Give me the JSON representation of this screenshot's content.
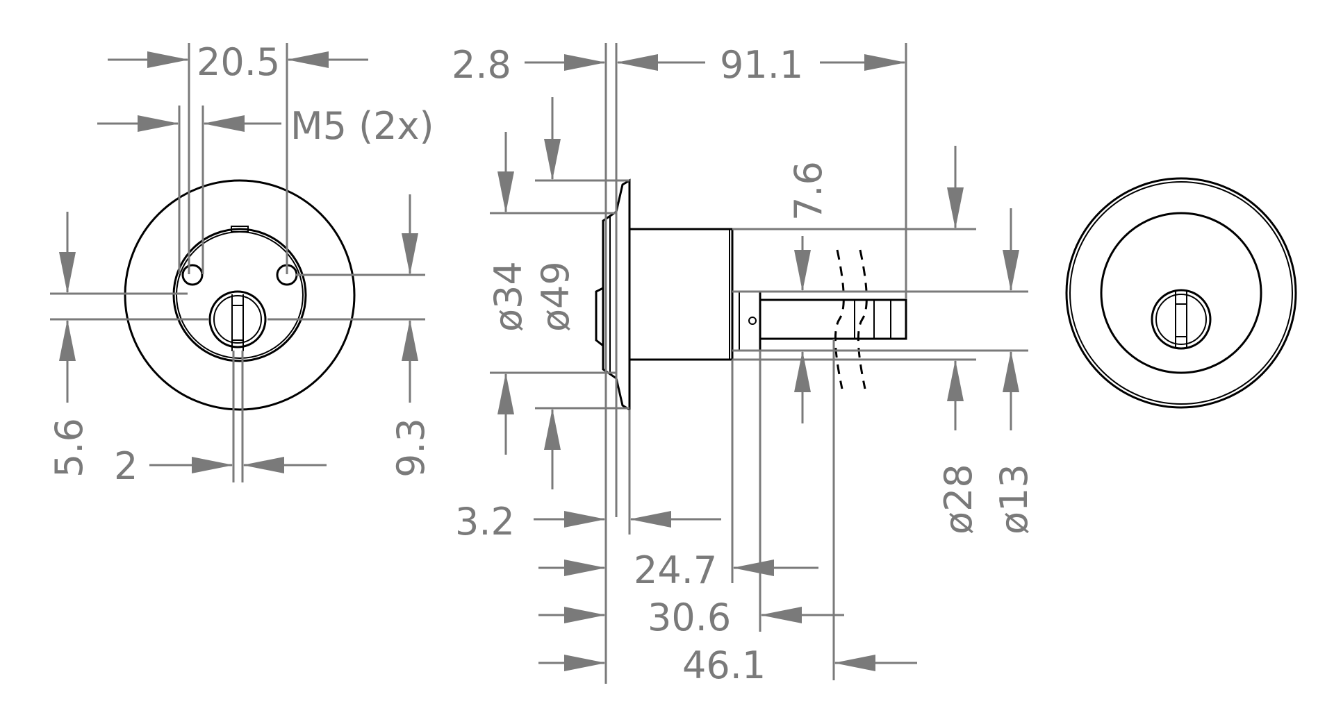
{
  "colors": {
    "dimension": "#7a7a7a",
    "outline": "#000000",
    "background": "#ffffff"
  },
  "dimensions": {
    "front": {
      "bolt_spacing": "20.5",
      "thread": "M5 (2x)",
      "hole_offset": "5.6",
      "keyway_width": "2",
      "keyway_offset": "9.3"
    },
    "side": {
      "flange_thickness": "2.8",
      "overall_length": "91.1",
      "tailpiece_height": "7.6",
      "dia_34": "ø34",
      "dia_49": "ø49",
      "rose_thickness": "3.2",
      "len_24_7": "24.7",
      "len_30_6": "30.6",
      "len_46_1": "46.1",
      "dia_28": "ø28",
      "dia_13": "ø13"
    }
  }
}
